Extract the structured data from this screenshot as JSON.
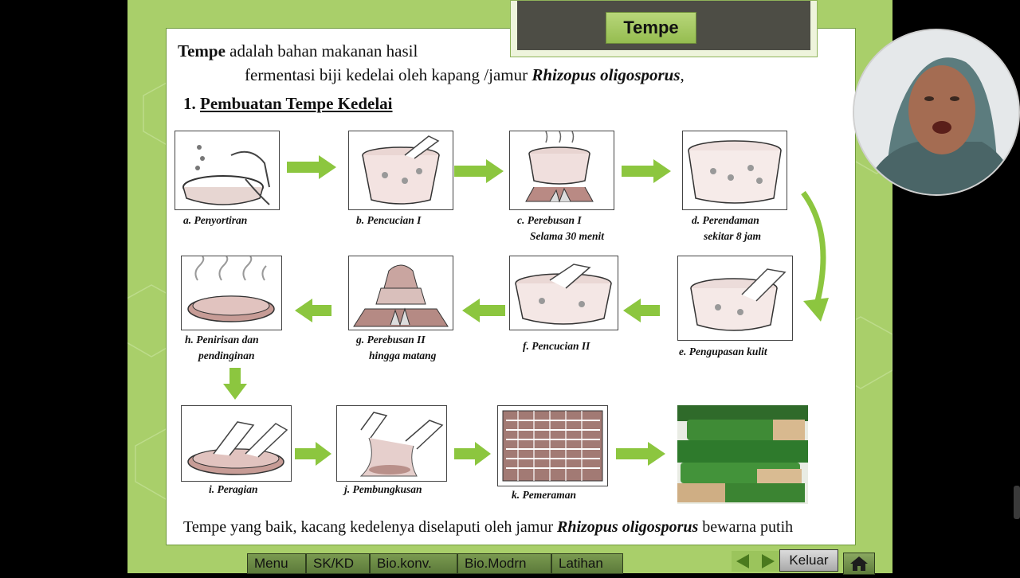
{
  "slide": {
    "title": "Tempe",
    "intro": {
      "term": "Tempe",
      "line1_rest": " adalah bahan makanan hasil",
      "line2_prefix": "fermentasi biji  kedelai oleh kapang /jamur ",
      "organism": "Rhizopus oligosporus",
      "line2_suffix": ","
    },
    "section_heading_num": "1. ",
    "section_heading": "Pembuatan Tempe Kedelai",
    "steps": {
      "a": "a. Penyortiran",
      "b": "b. Pencucian I",
      "c1": "c. Perebusan I",
      "c2": "Selama 30 menit",
      "d1": "d. Perendaman",
      "d2": "sekitar 8 jam",
      "e": "e. Pengupasan kulit",
      "f": "f. Pencucian II",
      "g1": "g. Perebusan II",
      "g2": "hingga matang",
      "h1": "h. Penirisan dan",
      "h2": "pendinginan",
      "i": "i. Peragian",
      "j": "j. Pembungkusan",
      "k": "k. Pemeraman"
    },
    "footer": {
      "prefix": "Tempe yang baik, kacang kedelenya diselaputi oleh jamur ",
      "organism": "Rhizopus oligosporus",
      "suffix": " bewarna putih"
    }
  },
  "nav": {
    "items": [
      "Menu",
      "SK/KD",
      "Bio.konv.",
      "Bio.Modrn",
      "Latihan"
    ],
    "exit_label": "Keluar"
  },
  "colors": {
    "slide_bg": "#a9cf6a",
    "arrow_green": "#8cc63f",
    "title_dark": "#4d4d45"
  },
  "icons": [
    "prev-arrow-icon",
    "next-arrow-icon",
    "home-icon"
  ]
}
